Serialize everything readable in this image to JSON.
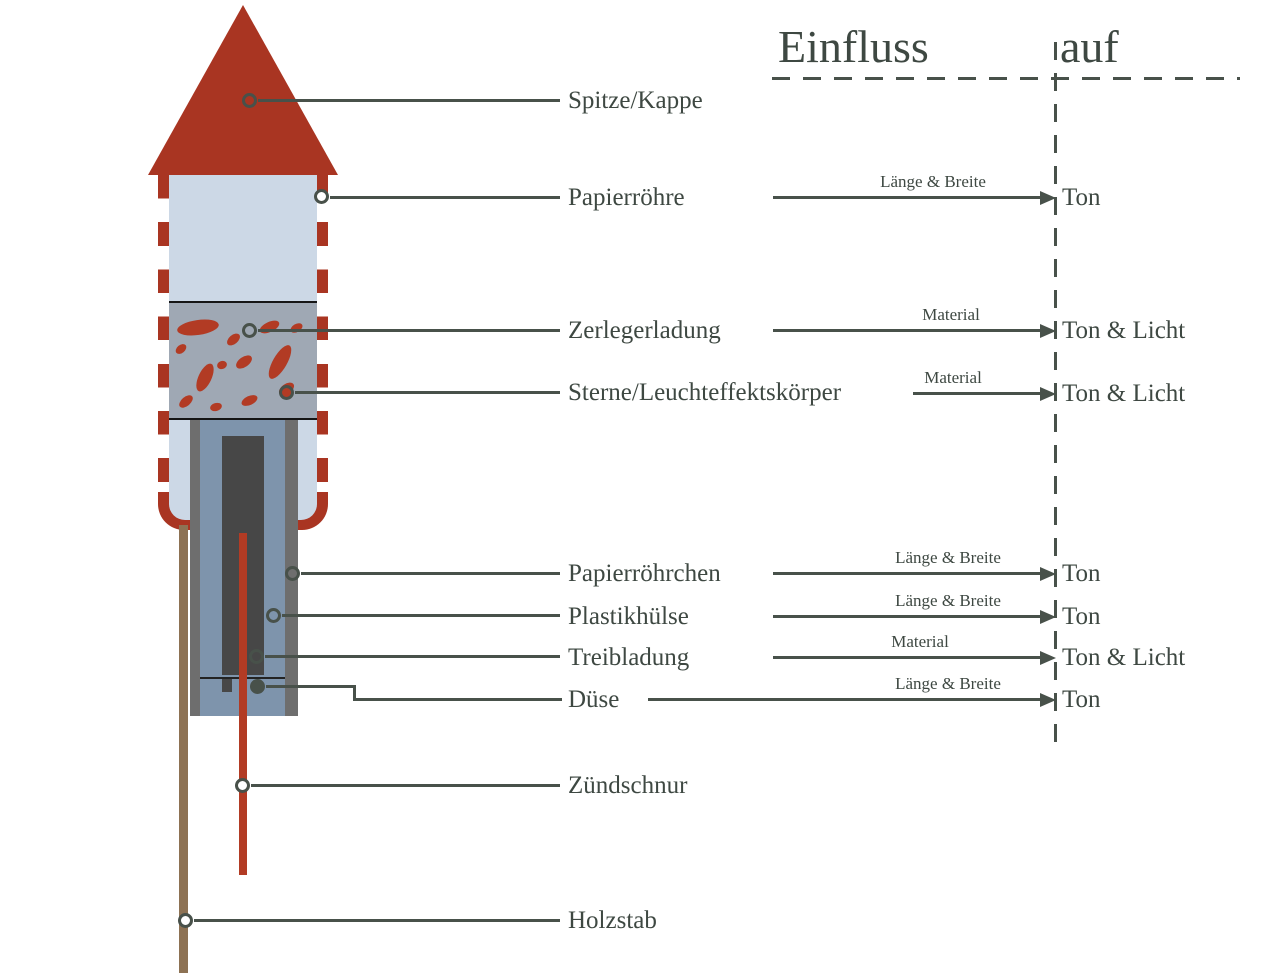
{
  "header": {
    "col1": "Einfluss",
    "col2": "auf"
  },
  "parts": [
    {
      "label": "Spitze/Kappe"
    },
    {
      "label": "Papierröhre",
      "influence": "Länge & Breite",
      "effect": "Ton"
    },
    {
      "label": "Zerlegerladung",
      "influence": "Material",
      "effect": "Ton & Licht"
    },
    {
      "label": "Sterne/Leuchteffektskörper",
      "influence": "Material",
      "effect": "Ton & Licht"
    },
    {
      "label": "Papierröhrchen",
      "influence": "Länge & Breite",
      "effect": "Ton"
    },
    {
      "label": "Plastikhülse",
      "influence": "Länge & Breite",
      "effect": "Ton"
    },
    {
      "label": "Treibladung",
      "influence": "Material",
      "effect": "Ton & Licht"
    },
    {
      "label": "Düse",
      "influence": "Länge & Breite",
      "effect": "Ton"
    },
    {
      "label": "Zündschnur"
    },
    {
      "label": "Holzstab"
    }
  ],
  "colors": {
    "rocket_red": "#a93522",
    "star_red": "#b23b24",
    "body_light_blue": "#ccd8e6",
    "charge_gray": "#9fa8b4",
    "plastic_blue": "#7e94ac",
    "paper_gray": "#6e6e6e",
    "propellant_dark": "#474747",
    "stick_brown": "#8d7254",
    "annotation": "#48514a",
    "text": "#3e4842"
  }
}
